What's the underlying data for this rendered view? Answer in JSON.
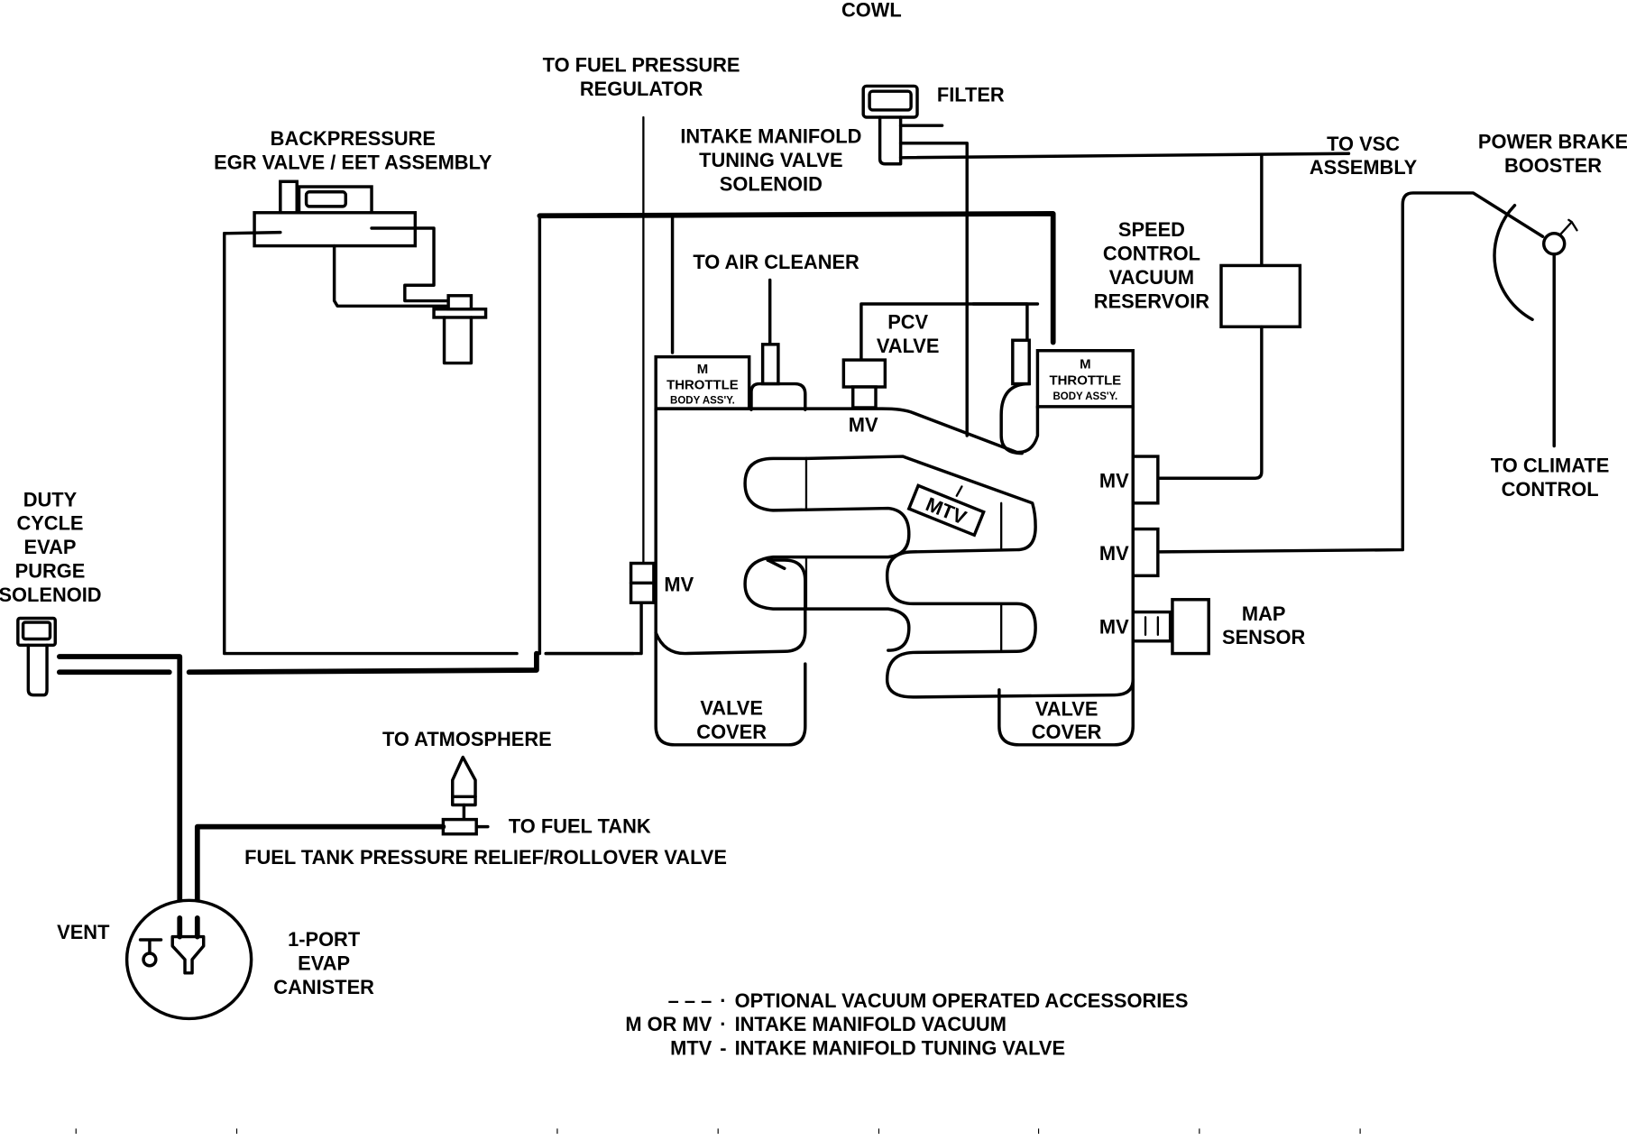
{
  "diagram": {
    "title": "COWL",
    "labels": {
      "egr_valve_1": "BACKPRESSURE",
      "egr_valve_2": "EGR VALVE / EET ASSEMBLY",
      "fuel_reg_1": "TO FUEL PRESSURE",
      "fuel_reg_2": "REGULATOR",
      "filter": "FILTER",
      "imtv_1": "INTAKE MANIFOLD",
      "imtv_2": "TUNING VALVE",
      "imtv_3": "SOLENOID",
      "vsc_1": "TO VSC",
      "vsc_2": "ASSEMBLY",
      "brake_1": "POWER BRAKE",
      "brake_2": "BOOSTER",
      "air_cleaner": "TO AIR CLEANER",
      "pcv_1": "PCV",
      "pcv_2": "VALVE",
      "speed_1": "SPEED",
      "speed_2": "CONTROL",
      "speed_3": "VACUUM",
      "speed_4": "RESERVOIR",
      "climate_1": "TO CLIMATE",
      "climate_2": "CONTROL",
      "tb_m": "M",
      "tb_1": "THROTTLE",
      "tb_2": "BODY ASS'Y.",
      "mv": "MV",
      "mtv": "MTV",
      "valve_cover_1": "VALVE",
      "valve_cover_2": "COVER",
      "map_1": "MAP",
      "map_2": "SENSOR",
      "purge_1": "DUTY",
      "purge_2": "CYCLE",
      "purge_3": "EVAP",
      "purge_4": "PURGE",
      "purge_5": "SOLENOID",
      "atmosphere": "TO ATMOSPHERE",
      "fuel_tank": "TO FUEL TANK",
      "rollover": "FUEL TANK PRESSURE RELIEF/ROLLOVER VALVE",
      "vent": "VENT",
      "canister_1": "1-PORT",
      "canister_2": "EVAP",
      "canister_3": "CANISTER"
    },
    "legend": [
      {
        "key": "– – –",
        "sep": "·",
        "text": "OPTIONAL VACUUM OPERATED ACCESSORIES"
      },
      {
        "key": "M OR MV",
        "sep": "·",
        "text": "INTAKE MANIFOLD VACUUM"
      },
      {
        "key": "MTV",
        "sep": "-",
        "text": "INTAKE MANIFOLD TUNING VALVE"
      }
    ]
  }
}
